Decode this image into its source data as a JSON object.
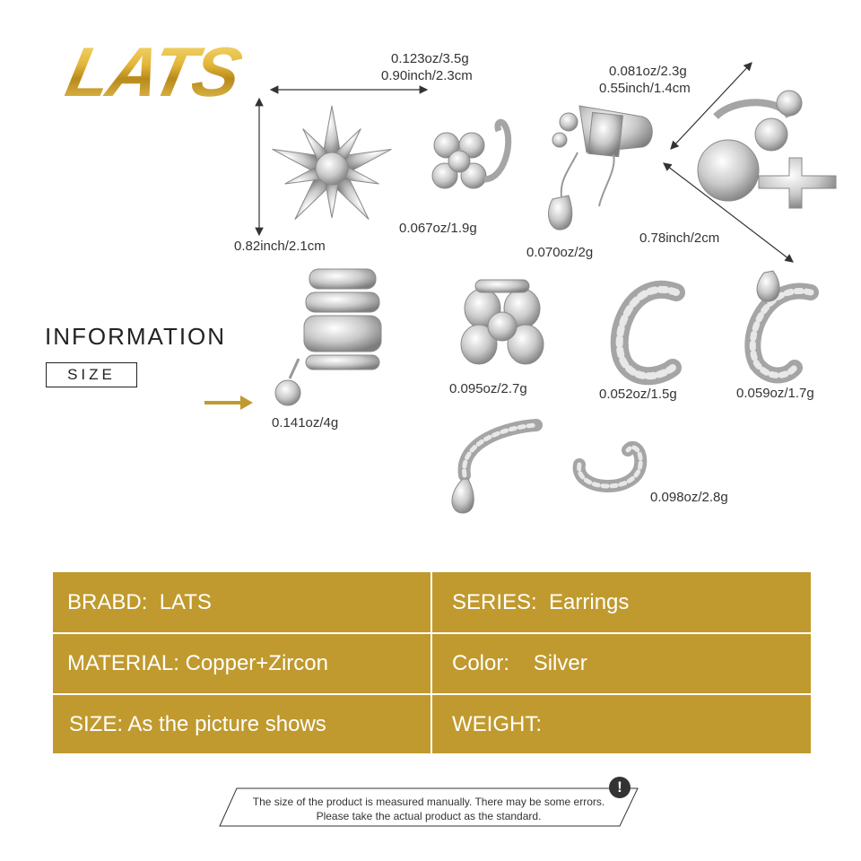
{
  "brand_logo": "LATS",
  "products": {
    "star": {
      "weight": "0.123oz/3.5g",
      "width": "0.90inch/2.3cm",
      "height": "0.82inch/2.1cm"
    },
    "flower_clip": {
      "weight": "0.067oz/1.9g"
    },
    "square_drop": {
      "weight": "0.070oz/2g"
    },
    "cross_gem": {
      "weight": "0.081oz/2.3g",
      "width": "0.55inch/1.4cm",
      "length": "0.78inch/2cm"
    },
    "wide_cuff": {
      "weight": "0.141oz/4g"
    },
    "flower_cuff": {
      "weight": "0.095oz/2.7g"
    },
    "c_cuff": {
      "weight": "0.052oz/1.5g"
    },
    "gem_c_cuff": {
      "weight": "0.059oz/1.7g"
    },
    "small_cuff": {
      "weight": "0.098oz/2.8g"
    }
  },
  "info": {
    "title": "INFORMATION",
    "size_tag": "SIZE"
  },
  "table": {
    "brand": "BRABD:  LATS",
    "series": "SERIES:  Earrings",
    "material": "MATERIAL: Copper+Zircon",
    "color": "Color:    Silver",
    "size": "SIZE: As the picture shows",
    "weight": "WEIGHT:"
  },
  "note": {
    "line1": "The size of the product is measured manually. There may be some errors.",
    "line2": "Please take the actual product as the standard.",
    "icon": "exclamation-icon"
  },
  "colors": {
    "gold": "#c09a2e",
    "text": "#333333"
  }
}
